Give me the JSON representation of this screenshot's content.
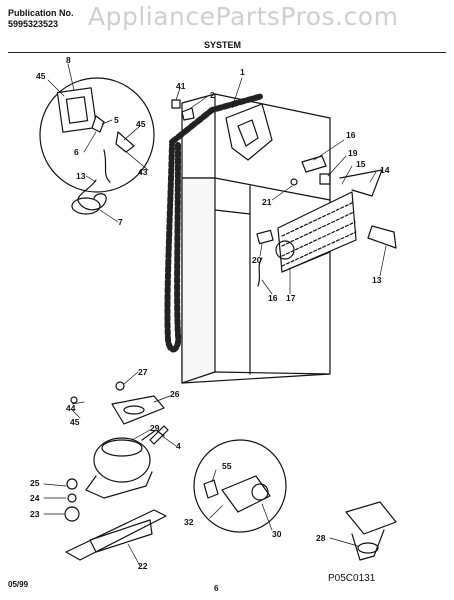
{
  "header": {
    "publication_label": "Publication No.",
    "publication_number": "5995323523",
    "watermark": "AppliancePartsPros.com",
    "section_title": "SYSTEM"
  },
  "callouts": {
    "c1": "1",
    "c2": "2",
    "c4": "4",
    "c5": "5",
    "c6": "6",
    "c7": "7",
    "c8": "8",
    "c13a": "13",
    "c13b": "13",
    "c14": "14",
    "c15": "15",
    "c16a": "16",
    "c16b": "16",
    "c17": "17",
    "c19": "19",
    "c20": "20",
    "c21": "21",
    "c22": "22",
    "c23": "23",
    "c24": "24",
    "c25": "25",
    "c26": "26",
    "c27": "27",
    "c28": "28",
    "c29": "29",
    "c30": "30",
    "c32": "32",
    "c41": "41",
    "c43": "43",
    "c44": "44",
    "c45a": "45",
    "c45b": "45",
    "c45c": "45",
    "c55": "55"
  },
  "footer": {
    "date": "05/99",
    "page": "6",
    "code": "P05C0131"
  }
}
